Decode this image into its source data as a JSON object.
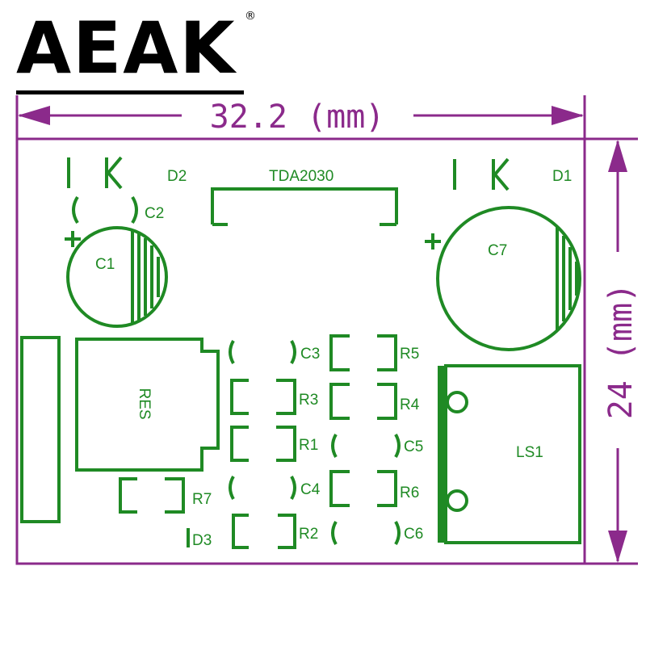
{
  "brand": {
    "logo_text": "AEAK",
    "registered_mark": "®"
  },
  "dimensions": {
    "width_label": "32.2 (mm)",
    "height_label": "24 (mm)"
  },
  "components": {
    "d1": "D1",
    "d2": "D2",
    "d3": "D3",
    "ic": "TDA2030",
    "c1": "C1",
    "c2": "C2",
    "c3": "C3",
    "c4": "C4",
    "c5": "C5",
    "c6": "C6",
    "c7": "C7",
    "r1": "R1",
    "r2": "R2",
    "r3": "R3",
    "r4": "R4",
    "r5": "R5",
    "r6": "R6",
    "r7": "R7",
    "res": "RES",
    "ls1": "LS1",
    "plus": "+"
  },
  "colors": {
    "dimension": "#8B2A8B",
    "silkscreen": "#1F8A24",
    "board_outline": "#8B2A8B",
    "logo": "#000000"
  }
}
